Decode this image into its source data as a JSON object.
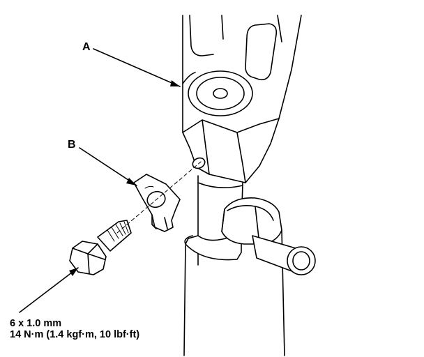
{
  "callouts": {
    "a": "A",
    "b": "B"
  },
  "fastener_spec": {
    "size": "6 x 1.0 mm",
    "torque": "14 N·m (1.4 kgf·m, 10 lbf·ft)"
  },
  "colors": {
    "line": "#000000",
    "background": "#ffffff"
  }
}
